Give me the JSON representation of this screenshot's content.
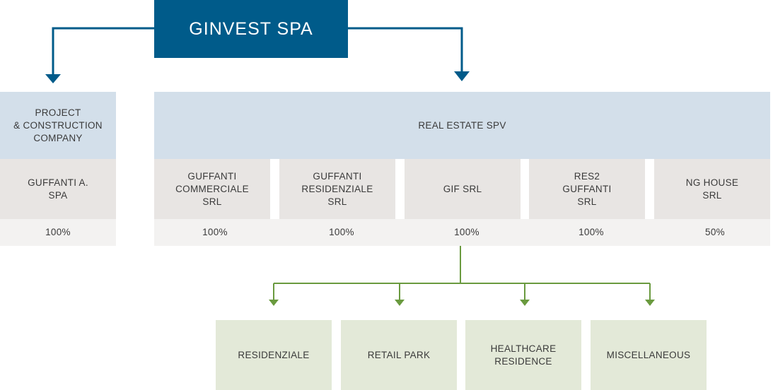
{
  "root": {
    "label": "GINVEST SPA"
  },
  "left_group": {
    "header": "PROJECT\n& CONSTRUCTION\nCOMPANY",
    "company": "GUFFANTI A.\nSPA",
    "share": "100%"
  },
  "right_group": {
    "header": "REAL ESTATE SPV",
    "companies": [
      {
        "name": "GUFFANTI\nCOMMERCIALE\nSRL",
        "share": "100%"
      },
      {
        "name": "GUFFANTI\nRESIDENZIALE\nSRL",
        "share": "100%"
      },
      {
        "name": "GIF SRL",
        "share": "100%"
      },
      {
        "name": "RES2\nGUFFANTI\nSRL",
        "share": "100%"
      },
      {
        "name": "NG HOUSE\nSRL",
        "share": "50%"
      }
    ]
  },
  "categories": [
    "RESIDENZIALE",
    "RETAIL PARK",
    "HEALTHCARE\nRESIDENCE",
    "MISCELLANEOUS"
  ],
  "colors": {
    "root_bg": "#005b8a",
    "root_connector": "#005b8a",
    "header_bg": "#d3dfea",
    "company_bg": "#e8e5e3",
    "share_bg": "#f3f2f1",
    "category_bg": "#e3e9d8",
    "category_connector": "#6a9a3f"
  }
}
